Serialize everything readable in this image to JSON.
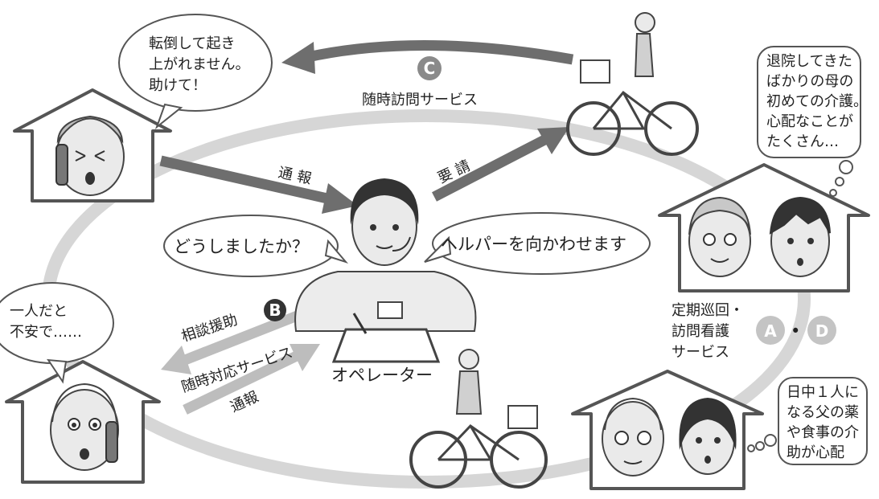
{
  "bubbles": {
    "fallen": [
      "転倒して起き",
      "上がれません。",
      "助けて！"
    ],
    "discharged": [
      "退院してきた",
      "ばかりの母の",
      "初めての介護。",
      "心配なことが",
      "たくさん…"
    ],
    "alone": [
      "一人だと",
      "不安で……"
    ],
    "daytime": [
      "日中１人に",
      "なる父の薬",
      "や食事の介",
      "助が心配"
    ],
    "operator_question": "どうしましたか？",
    "operator_dispatch": "ヘルパーを向かわせます"
  },
  "labels": {
    "visit_service": "随時訪問サービス",
    "report_top": "通 報",
    "request": "要 請",
    "consult": "相談援助",
    "response_service": "随時対応サービス",
    "report_bottom": "通報",
    "operator": "オペレーター",
    "periodic": [
      "定期巡回・",
      "訪問看護",
      "サービス"
    ],
    "dot": "•"
  },
  "badges": {
    "a": "A",
    "b": "B",
    "c": "C",
    "d": "D"
  },
  "colors": {
    "ring": "#d6d6d6",
    "arrow": "#6e6e6e",
    "badge": "#8a8a8a",
    "badge_light": "#c4c4c4",
    "house_fill": "#ffffff",
    "house_stroke": "#555555"
  }
}
